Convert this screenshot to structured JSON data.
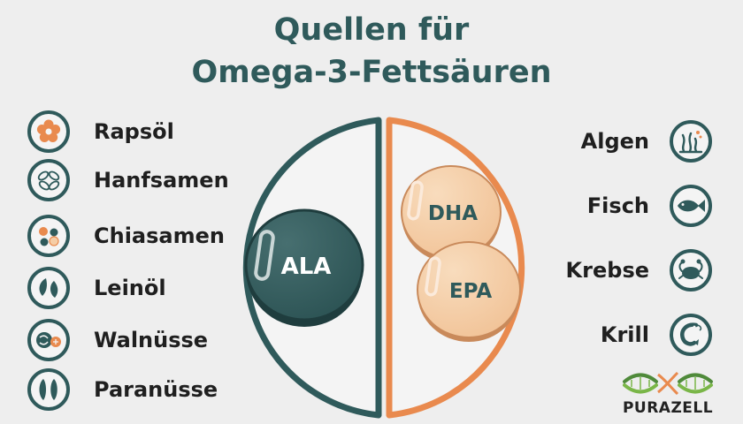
{
  "title": {
    "line1": "Quellen für",
    "line2": "Omega-3-Fettsäuren"
  },
  "colors": {
    "teal": "#2f5a5b",
    "orange": "#e98a4e",
    "peach": "#f5cda6",
    "background": "#eeeeee"
  },
  "left_sources": [
    {
      "label": "Rapsöl",
      "icon": "flower-icon"
    },
    {
      "label": "Hanfsamen",
      "icon": "hemp-seeds-icon"
    },
    {
      "label": "Chiasamen",
      "icon": "chia-seeds-icon"
    },
    {
      "label": "Leinöl",
      "icon": "flax-seeds-icon"
    },
    {
      "label": "Walnüsse",
      "icon": "walnut-icon"
    },
    {
      "label": "Paranüsse",
      "icon": "brazil-nut-icon"
    }
  ],
  "right_sources": [
    {
      "label": "Algen",
      "icon": "algae-icon"
    },
    {
      "label": "Fisch",
      "icon": "fish-icon"
    },
    {
      "label": "Krebse",
      "icon": "crab-icon"
    },
    {
      "label": "Krill",
      "icon": "shrimp-icon"
    }
  ],
  "capsules": {
    "ala": "ALA",
    "dha": "DHA",
    "epa": "EPA"
  },
  "logo": {
    "text": "PURAZELL"
  }
}
